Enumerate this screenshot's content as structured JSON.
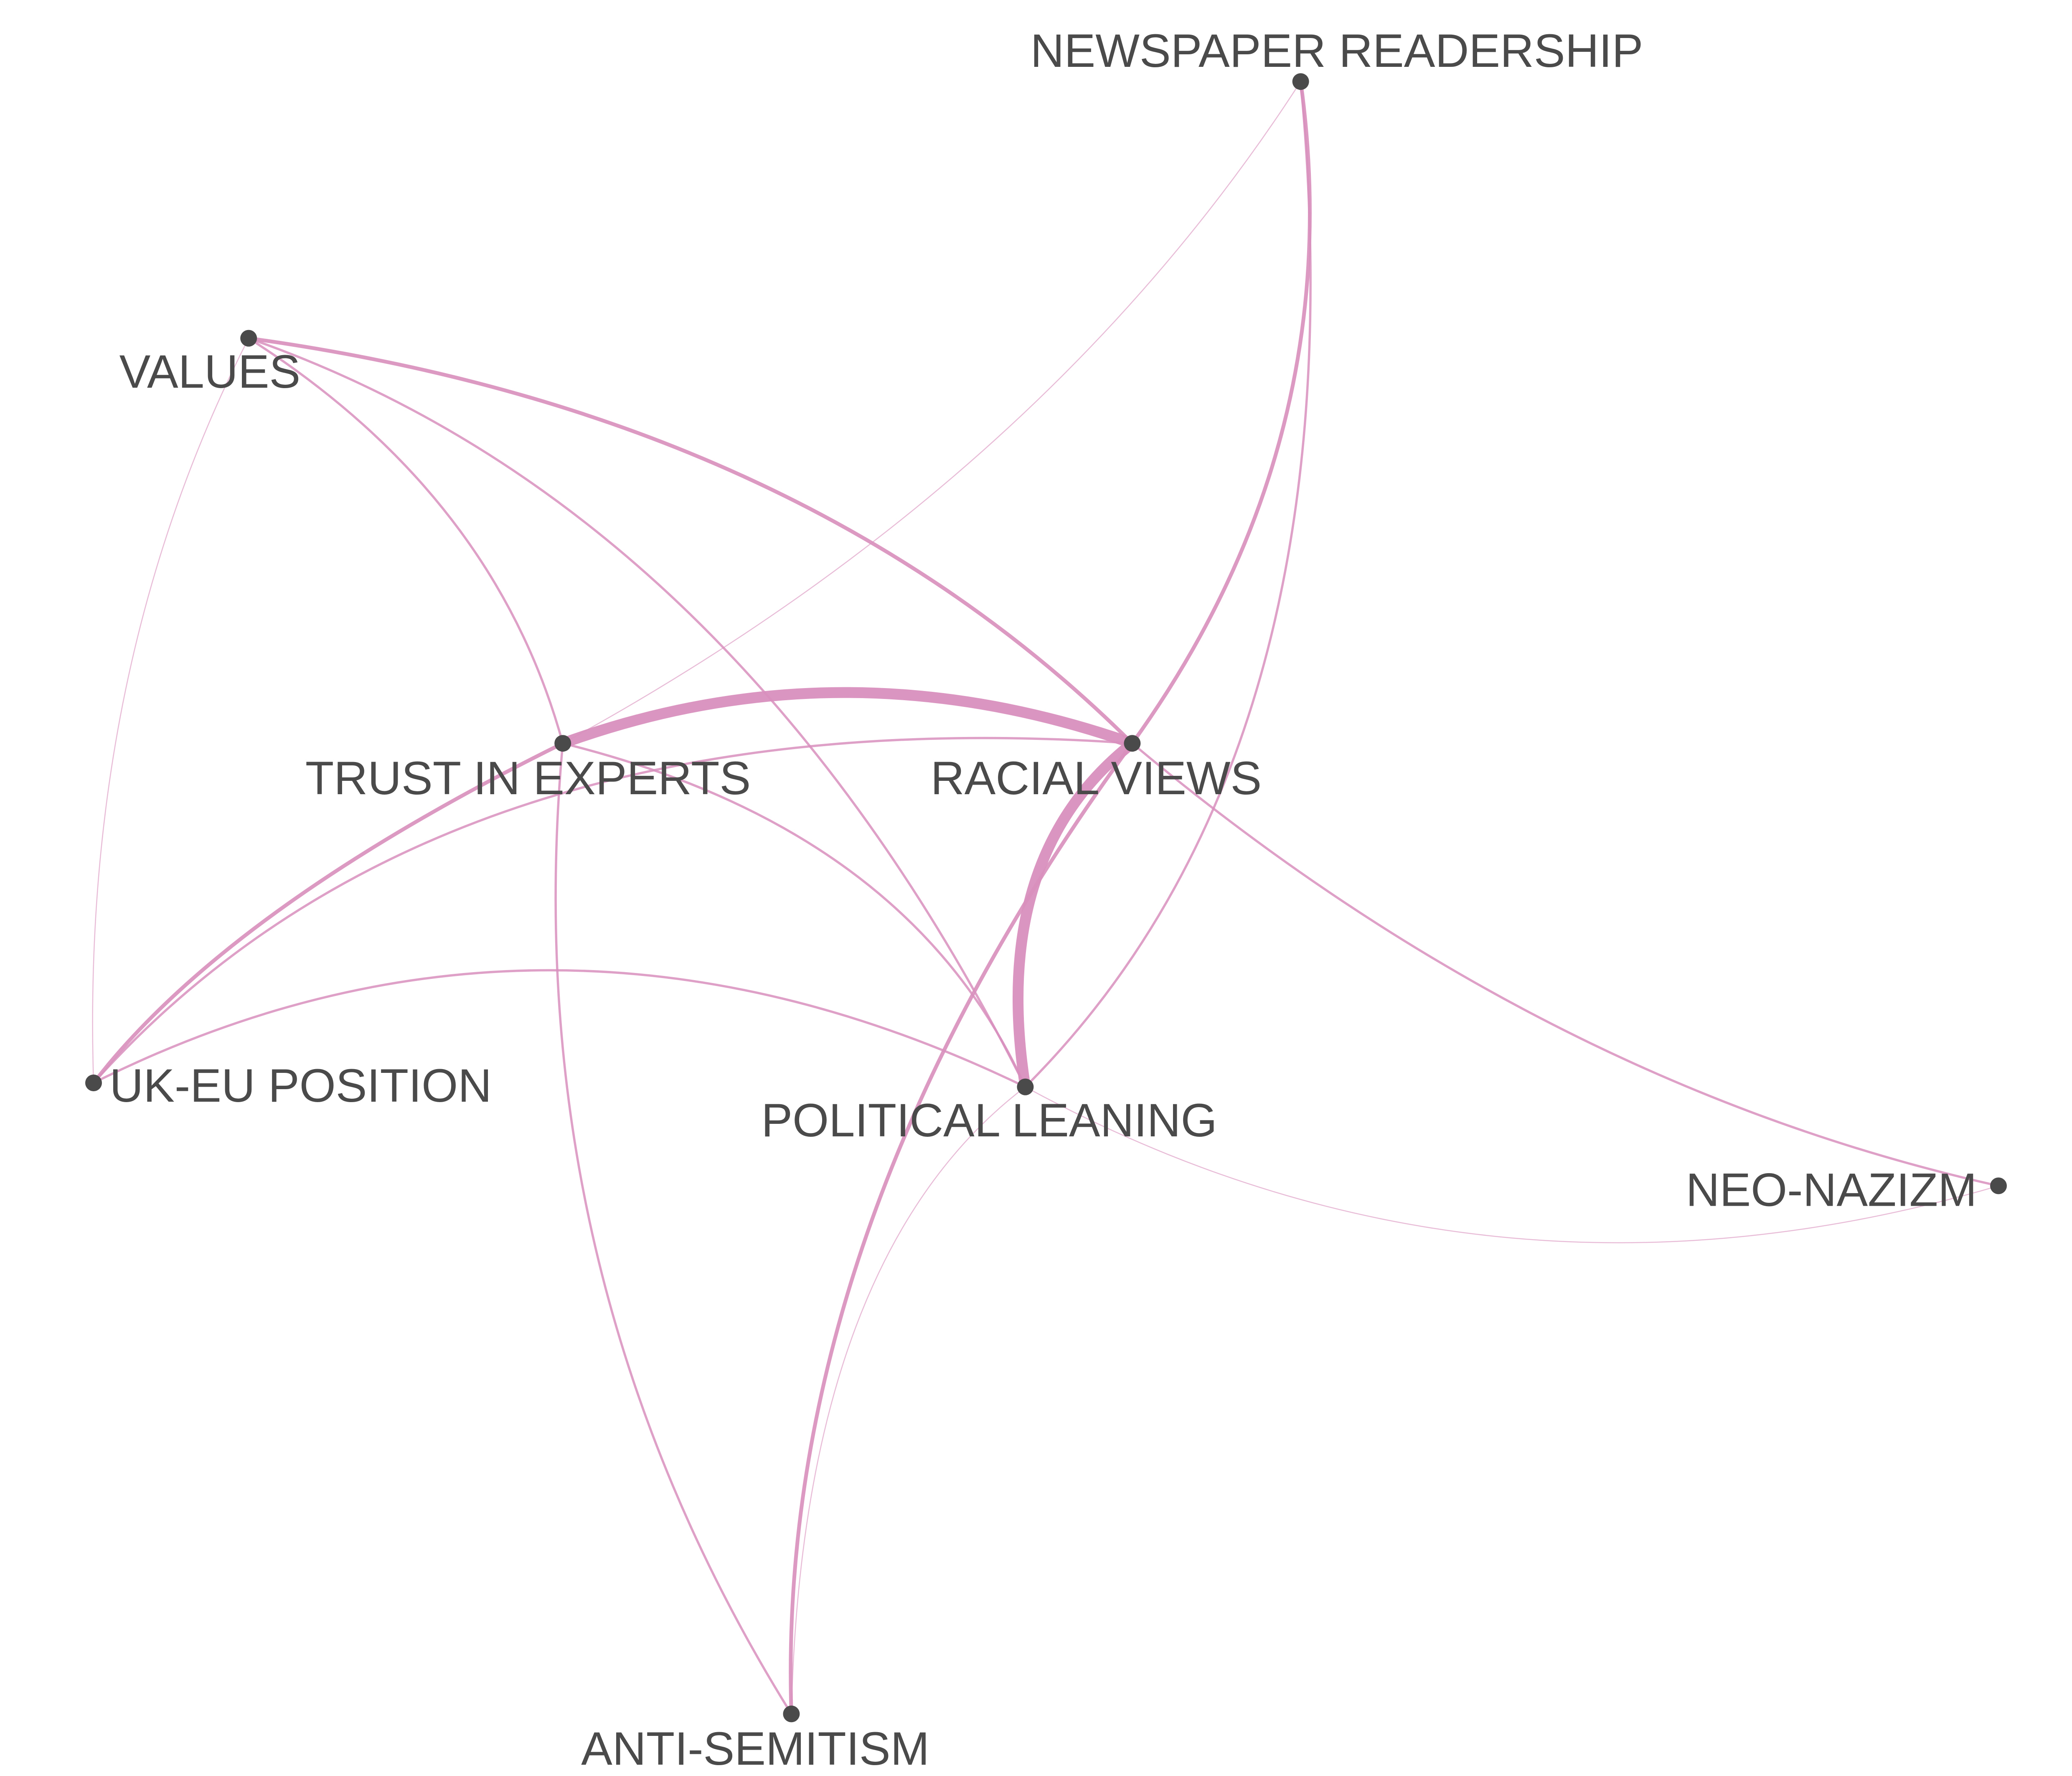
{
  "network": {
    "edge_color": "#d88fbd",
    "node_color": "#4a4a4a",
    "label_color": "#4a4a4a",
    "nodes": [
      {
        "id": "newspaper",
        "label": "NEWSPAPER READERSHIP"
      },
      {
        "id": "values",
        "label": "VALUES"
      },
      {
        "id": "trust",
        "label": "TRUST IN EXPERTS"
      },
      {
        "id": "racial",
        "label": "RACIAL VIEWS"
      },
      {
        "id": "ukeu",
        "label": "UK-EU POSITION"
      },
      {
        "id": "political",
        "label": "POLITICAL LEANING"
      },
      {
        "id": "neonazi",
        "label": "NEO-NAZIZM"
      },
      {
        "id": "antisemitism",
        "label": "ANTI-SEMITISM"
      }
    ],
    "edges": [
      {
        "source": "trust",
        "target": "racial",
        "strength": "very strong"
      },
      {
        "source": "racial",
        "target": "political",
        "strength": "very strong"
      },
      {
        "source": "values",
        "target": "racial",
        "strength": "medium"
      },
      {
        "source": "newspaper",
        "target": "racial",
        "strength": "medium"
      },
      {
        "source": "trust",
        "target": "ukeu",
        "strength": "medium"
      },
      {
        "source": "racial",
        "target": "antisemitism",
        "strength": "medium"
      },
      {
        "source": "ukeu",
        "target": "racial",
        "strength": "weak"
      },
      {
        "source": "ukeu",
        "target": "political",
        "strength": "weak"
      },
      {
        "source": "trust",
        "target": "political",
        "strength": "weak"
      },
      {
        "source": "trust",
        "target": "antisemitism",
        "strength": "weak"
      },
      {
        "source": "values",
        "target": "trust",
        "strength": "weak"
      },
      {
        "source": "values",
        "target": "political",
        "strength": "weak"
      },
      {
        "source": "newspaper",
        "target": "political",
        "strength": "weak"
      },
      {
        "source": "racial",
        "target": "neonazi",
        "strength": "weak"
      },
      {
        "source": "newspaper",
        "target": "trust",
        "strength": "very weak"
      },
      {
        "source": "values",
        "target": "ukeu",
        "strength": "very weak"
      },
      {
        "source": "political",
        "target": "neonazi",
        "strength": "very weak"
      },
      {
        "source": "political",
        "target": "antisemitism",
        "strength": "very weak"
      }
    ]
  }
}
